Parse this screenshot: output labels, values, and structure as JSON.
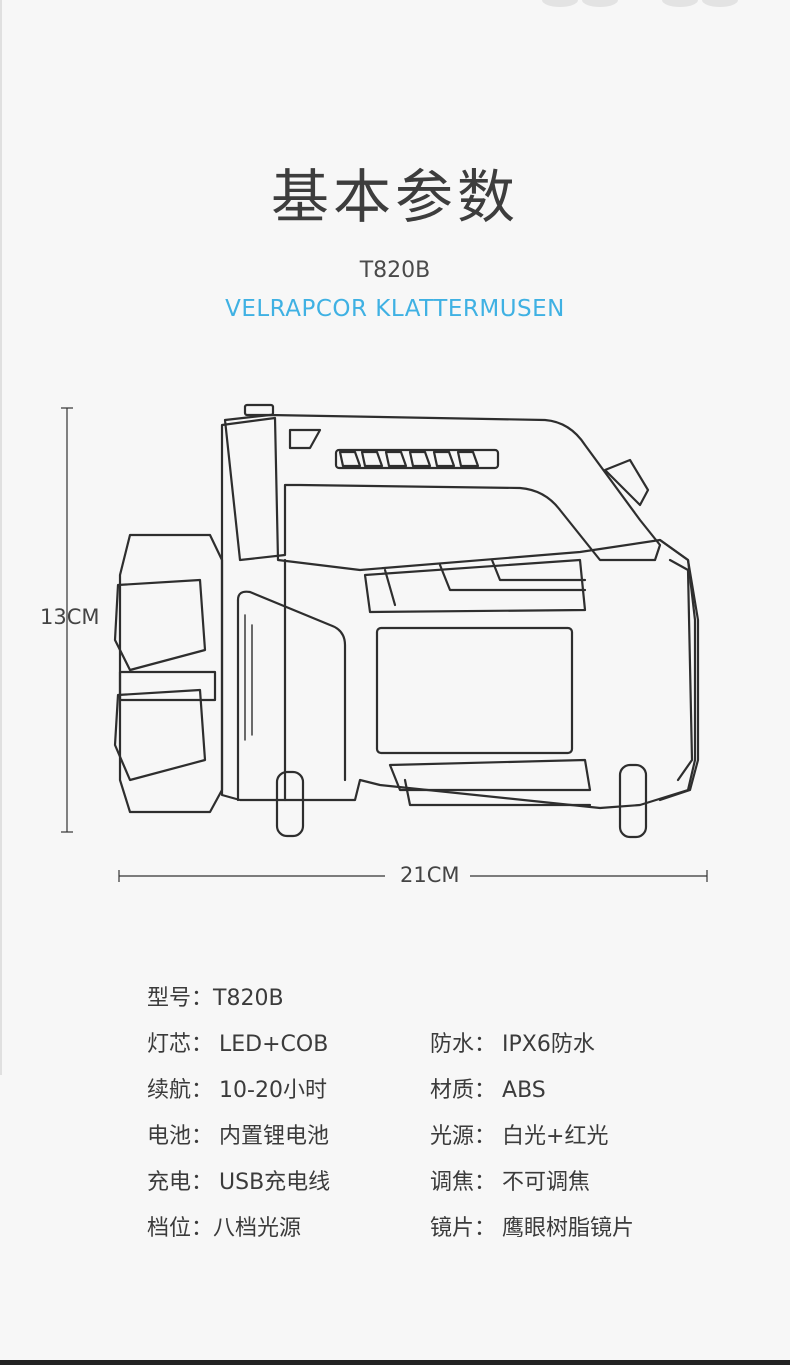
{
  "header": {
    "title": "基本参数",
    "model": "T820B",
    "brand": "VELRAPCOR KLATTERMUSEN"
  },
  "dimensions": {
    "height_label": "13CM",
    "width_label": "21CM"
  },
  "specs": {
    "model": {
      "key": "型号：",
      "value": "T820B"
    },
    "bulb": {
      "key": "灯芯：",
      "value": "LED+COB"
    },
    "waterproof": {
      "key": "防水：",
      "value": "IPX6防水"
    },
    "runtime": {
      "key": "续航：",
      "value": "10-20小时"
    },
    "material": {
      "key": "材质：",
      "value": "ABS"
    },
    "battery": {
      "key": "电池：",
      "value": "内置锂电池"
    },
    "light_source": {
      "key": "光源：",
      "value": "白光+红光"
    },
    "charging": {
      "key": "充电：",
      "value": "USB充电线"
    },
    "focus": {
      "key": "调焦：",
      "value": "不可调焦"
    },
    "modes": {
      "key": "档位：",
      "value": "八档光源"
    },
    "lens": {
      "key": "镜片：",
      "value": "鹰眼树脂镜片"
    }
  },
  "colors": {
    "accent": "#3fb1e3",
    "text": "#3b3b3b",
    "background": "#f7f7f7"
  }
}
